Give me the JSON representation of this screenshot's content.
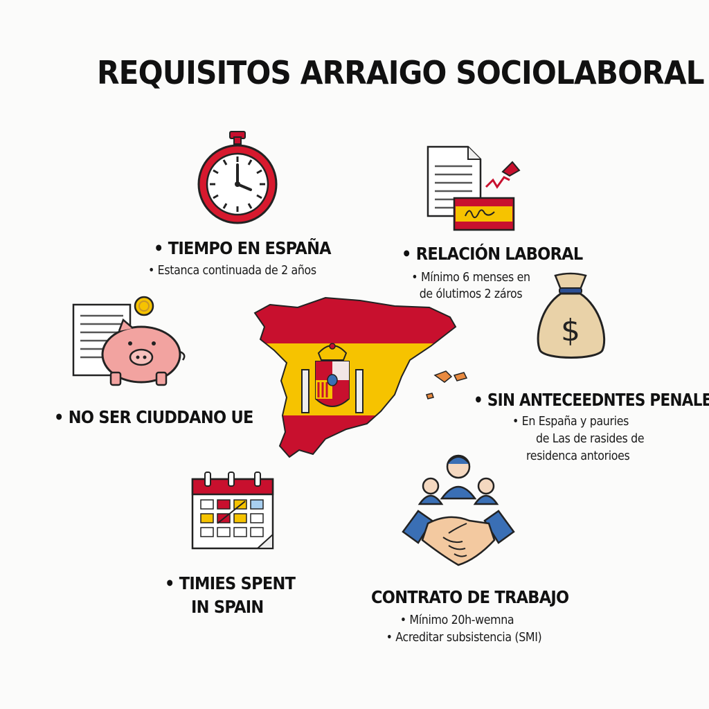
{
  "title": "REQUISITOS ARRAIGO SOCIOLABORAL",
  "icons": {
    "stopwatch": "stopwatch-icon",
    "contract": "signed-contract-icon",
    "money_bag": "money-bag-icon",
    "savings": "piggy-bank-documents-icon",
    "calendar": "calendar-icon",
    "handshake": "handshake-people-icon",
    "map": "spain-flag-map-icon"
  },
  "colors": {
    "red": "#c8102e",
    "yellow": "#f6c300",
    "pink": "#f2a3a0",
    "blue": "#3a6fb5",
    "tan": "#e9d2a8"
  },
  "items": {
    "tiempo": {
      "heading": "• TIEMPO EN ESPAÑA",
      "lines": [
        "• Estanca continuada de 2 años"
      ]
    },
    "relacion": {
      "heading": "• RELACIÓN LABORAL",
      "lines": [
        "• Mínimo 6 menses en",
        "de ólutimos 2 záros"
      ]
    },
    "no_ue": {
      "heading": "• NO SER CIUDDANO UE"
    },
    "antecedentes": {
      "heading": "• SIN ANTECEEDNTES PENALES",
      "lines": [
        "• En España y pauries",
        "de Las de rasides de",
        "residenca antorioes"
      ]
    },
    "timies": {
      "heading_lines": [
        "• TIMIES SPENT",
        "IN SPAIN"
      ]
    },
    "contrato": {
      "heading": "CONTRATO DE TRABAJO",
      "lines": [
        "• Mínimo 20h-wemna",
        "• Acreditar subsistencia (SMI)"
      ]
    }
  }
}
